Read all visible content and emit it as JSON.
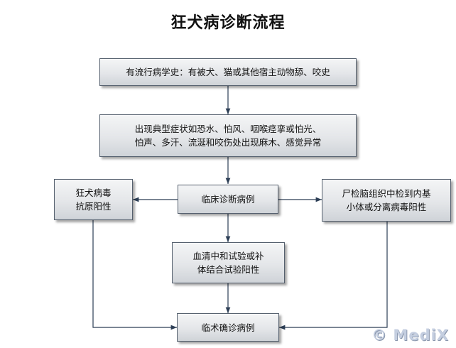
{
  "title": "狂犬病诊断流程",
  "nodes": {
    "history": {
      "lines": [
        "有流行病学史：有被犬、猫或其他宿主动物舔、咬史"
      ]
    },
    "symptoms": {
      "lines": [
        "出现典型症状如恐水、怕风、咽喉痉挛或怕光、",
        "怕声、多汗、流涎和咬伤处出现麻木、感觉异常"
      ]
    },
    "clinical": {
      "lines": [
        "临床诊断病例"
      ]
    },
    "antigen": {
      "lines": [
        "狂犬病毒",
        "抗原阳性"
      ]
    },
    "autopsy": {
      "lines": [
        "尸检脑组织中检到内基",
        "小体或分离病毒阳性"
      ]
    },
    "serum": {
      "lines": [
        "血清中和试验或补",
        "体结合试验阳性"
      ]
    },
    "confirmed": {
      "lines": [
        "临术确诊病例"
      ]
    }
  },
  "watermark": "© MediX",
  "colors": {
    "box_border": "#55606e",
    "arrow": "#2c3e55",
    "box_fill": "#e4e6e9"
  }
}
